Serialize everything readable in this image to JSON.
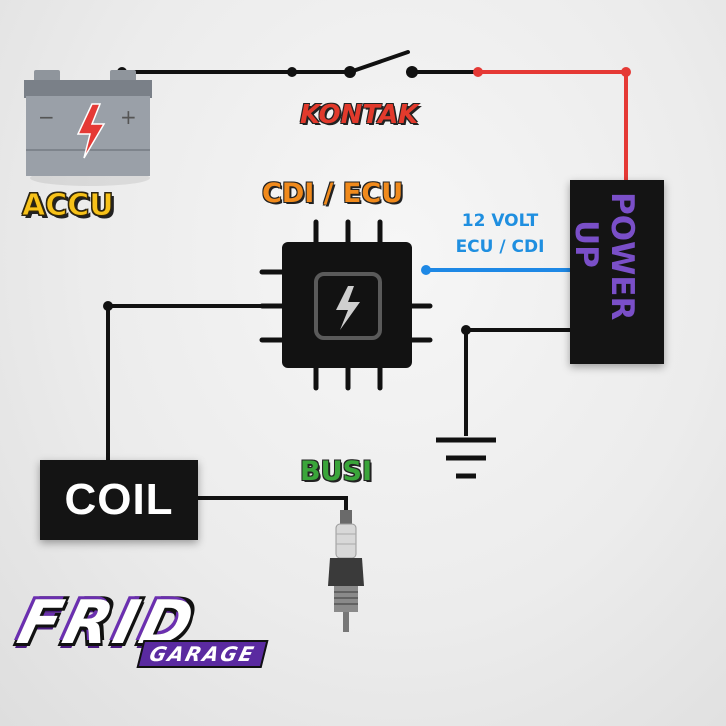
{
  "labels": {
    "accu": "ACCU",
    "kontak": "KONTAK",
    "cdi_ecu": "CDI / ECU",
    "volt_line1": "12 VOLT",
    "volt_line2": "ECU / CDI",
    "busi": "BUSI",
    "coil": "COIL",
    "power_up_line1": "POWER",
    "power_up_line2": "UP"
  },
  "logo": {
    "main": "FRID",
    "sub": "GARAGE"
  },
  "colors": {
    "background": "#ececec",
    "wire_black": "#111111",
    "wire_red": "#e53935",
    "wire_blue": "#1e88e5",
    "accu_label": "#f7c21a",
    "kontak_label": "#e23a2c",
    "cdi_label": "#f08a1c",
    "volt_label": "#1f8fe0",
    "busi_label": "#3aa53a",
    "power_up_text": "#7a4fc8",
    "logo_accent": "#6b2fb0"
  },
  "icons": {
    "battery": "battery-icon",
    "switch": "switch-icon",
    "chip": "chip-icon",
    "lightning": "lightning-icon",
    "spark_plug": "spark-plug-icon",
    "ground": "ground-icon"
  }
}
